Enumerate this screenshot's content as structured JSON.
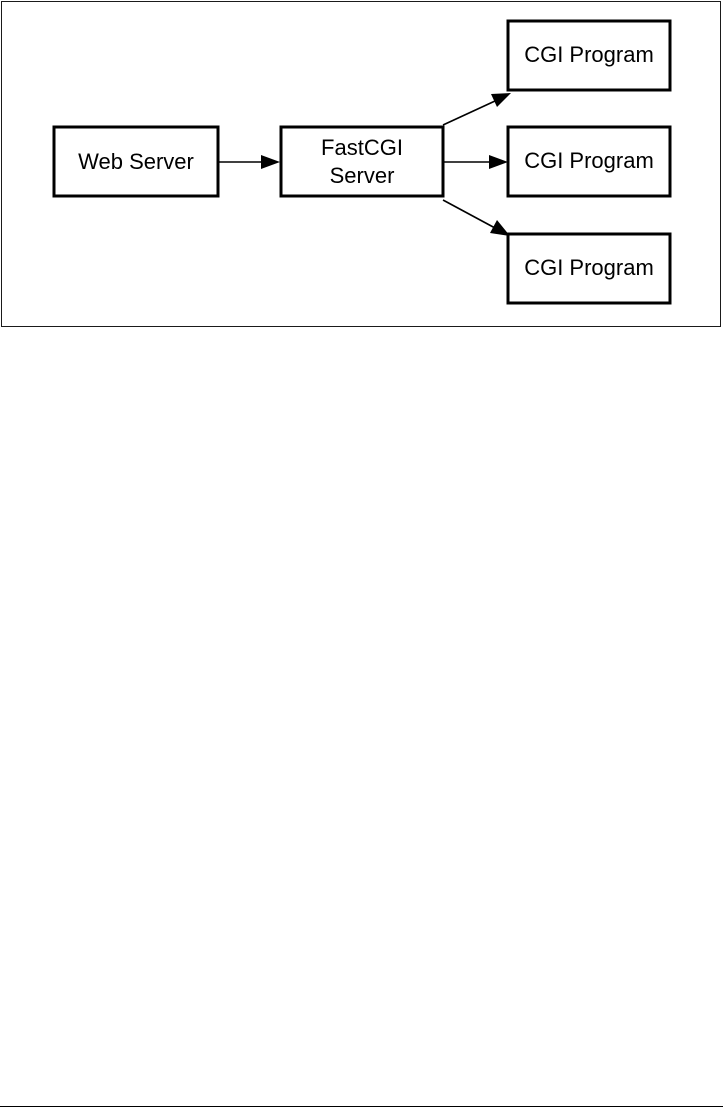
{
  "diagram": {
    "nodes": {
      "web_server": {
        "label": "Web Server"
      },
      "fastcgi_server": {
        "label_line1": "FastCGI",
        "label_line2": "Server"
      },
      "cgi_program_1": {
        "label": "CGI Program"
      },
      "cgi_program_2": {
        "label": "CGI Program"
      },
      "cgi_program_3": {
        "label": "CGI Program"
      }
    },
    "edges": [
      {
        "from": "web_server",
        "to": "fastcgi_server"
      },
      {
        "from": "fastcgi_server",
        "to": "cgi_program_1"
      },
      {
        "from": "fastcgi_server",
        "to": "cgi_program_2"
      },
      {
        "from": "fastcgi_server",
        "to": "cgi_program_3"
      }
    ]
  }
}
